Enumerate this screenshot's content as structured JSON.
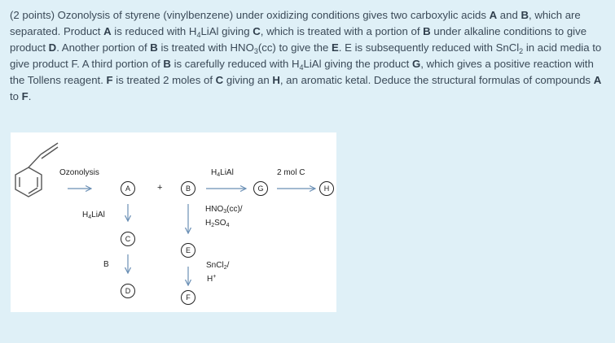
{
  "question": {
    "p1": "(2 points) Ozonolysis of styrene (vinylbenzene) under oxidizing conditions gives two carboxylic acids ",
    "A": "A",
    "p2": " and ",
    "B": "B",
    "p3": ", which are separated. Product ",
    "A2": "A",
    "p4": " is reduced with H",
    "sub4a": "4",
    "p5": "LiAl giving ",
    "C": "C",
    "p6": ", which is treated with a portion of ",
    "B2": "B",
    "p7": " under alkaline conditions to give product ",
    "D": "D",
    "p8": ". Another portion of ",
    "B3": "B",
    "p9": " is treated with HNO",
    "sub3": "3",
    "p10": "(cc) to give the ",
    "E": "E",
    "p11": ". E is subsequently reduced with SnCl",
    "sub2": "2",
    "p12": " in acid media to give product F. A third portion of ",
    "B4": "B",
    "p13": " is carefully reduced with H",
    "sub4b": "4",
    "p14": "LiAl giving the product ",
    "G": "G",
    "p15": ", which gives a positive reaction with the Tollens reagent. ",
    "F": "F",
    "p16": " is treated 2 moles of ",
    "C2": "C",
    "p17": " giving an ",
    "H": "H",
    "p18": ", an aromatic ketal. Deduce the structural formulas of compounds ",
    "A3": "A",
    "p19": " to ",
    "F2": "F",
    "p20": "."
  },
  "scheme": {
    "ozonolysis": "Ozonolysis",
    "plus": "+",
    "reagent_top": "H",
    "reagent_top_sub": "4",
    "reagent_top_rest": "LiAl",
    "two_mol": "2 mol C",
    "reagent_left": "H",
    "reagent_left_sub": "4",
    "reagent_left_rest": "LiAl",
    "reagent_b": "B",
    "hno3_a": "HNO",
    "hno3_sub": "3",
    "hno3_b": "(cc)/",
    "h2so4_a": "H",
    "h2so4_sub": "2",
    "h2so4_b": "SO",
    "h2so4_sub2": "4",
    "sncl2_a": "SnCl",
    "sncl2_sub": "2",
    "sncl2_b": "/",
    "hplus_a": "H",
    "hplus_sup": "+",
    "nodes": {
      "A": "A",
      "B": "B",
      "C": "C",
      "D": "D",
      "E": "E",
      "F": "F",
      "G": "G",
      "H": "H"
    }
  }
}
